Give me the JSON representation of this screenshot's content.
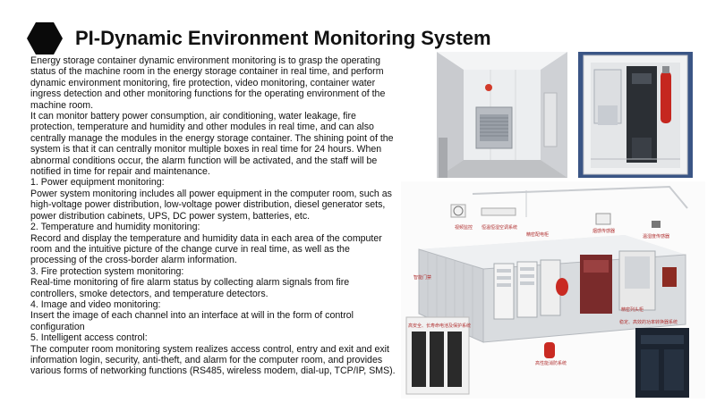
{
  "header": {
    "title": "PI-Dynamic Environment Monitoring System"
  },
  "content": {
    "paragraphs": [
      "Energy storage container dynamic environment monitoring is to grasp the operating status of the machine room in the energy storage container in real time, and perform dynamic environment monitoring, fire protection, video monitoring, container water ingress detection and other monitoring functions for the operating environment of the machine room.",
      "It can monitor battery power consumption, air conditioning, water leakage, fire protection, temperature and humidity and other modules in real time, and can also centrally manage the modules in the energy storage container. The shining point of the system is that it can centrally monitor multiple boxes in real time for 24 hours. When abnormal conditions occur, the alarm function will be activated, and the staff will be notified in time for repair and maintenance.",
      "1. Power equipment monitoring:",
      "Power system monitoring includes all power equipment in the computer room, such as high-voltage power distribution, low-voltage power distribution, diesel generator sets, power distribution cabinets, UPS, DC power system, batteries, etc.",
      "2. Temperature and humidity monitoring:",
      "Record and display the temperature and humidity data in each area of the computer room and the intuitive picture of the change curve in real time, as well as the processing of the cross-border alarm information.",
      "3. Fire protection system monitoring:",
      "Real-time monitoring of fire alarm status by collecting alarm signals from fire controllers, smoke detectors, and temperature detectors.",
      "4. Image and video monitoring:",
      "Insert the image of each channel into an interface at will in the form of control configuration",
      "5. Intelligent access control:",
      "The computer room monitoring system realizes access control, entry and exit and exit information login, security, anti-theft, and alarm for the computer room, and provides various forms of networking functions (RS485, wireless modem, dial-up, TCP/IP, SMS)."
    ]
  },
  "diagram": {
    "captions": [
      "视频监控",
      "恒温恒湿空调系统",
      "精密配电柜",
      "烟感传感器",
      "精密列头柜",
      "温湿度传感器",
      "智能门禁",
      "高安全、长寿命电池及保护系统",
      "高性能消防系统",
      "稳定、高效的功率转换器系统"
    ]
  },
  "colors": {
    "title": "#111111",
    "text": "#111111",
    "hexagon": "#0a0a0a"
  }
}
